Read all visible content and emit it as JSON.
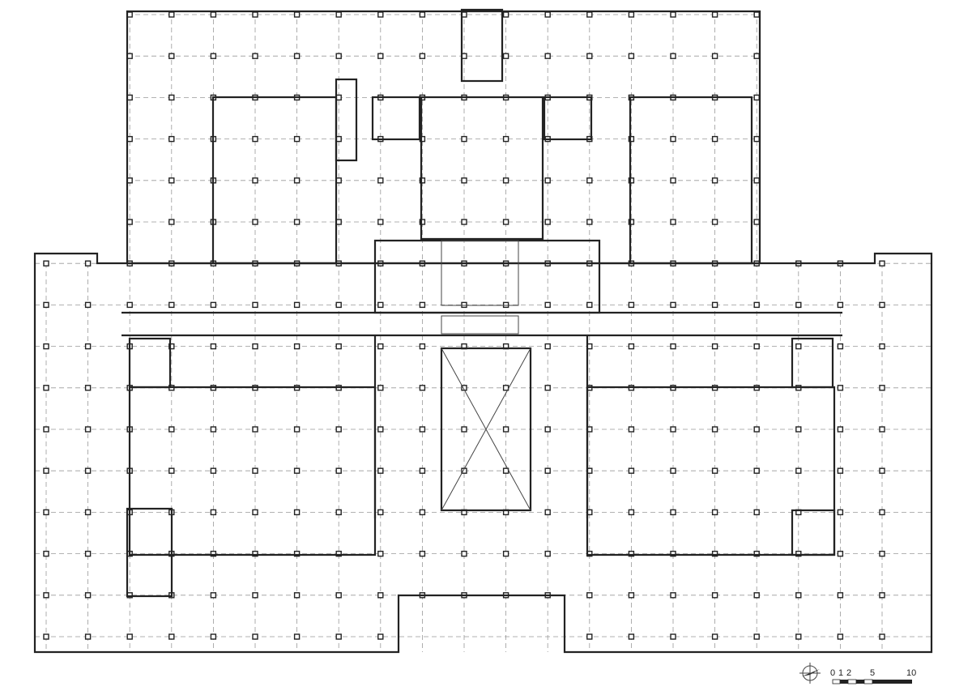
{
  "drawing": {
    "type": "architectural floor plan",
    "scale_bar": {
      "labels": [
        "0",
        "1",
        "2",
        "5",
        "10"
      ]
    },
    "north_arrow_icon": "compass-rose-icon"
  }
}
